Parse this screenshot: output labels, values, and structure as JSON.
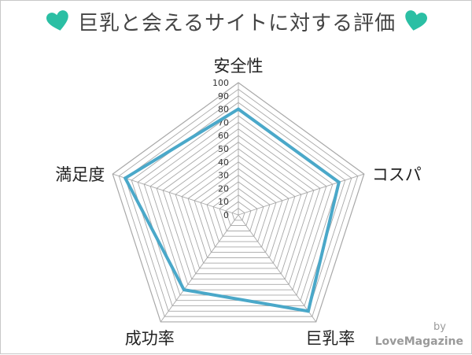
{
  "header": {
    "title": "巨乳と会えるサイトに対する評価",
    "left_icon": "heart-icon",
    "right_icon": "heart-icon"
  },
  "colors": {
    "heart": "#2bbfa4",
    "series_line": "#4aa8c9",
    "grid": "#a8a8a8",
    "text": "#222222"
  },
  "chart_data": {
    "type": "radar",
    "categories": [
      "安全性",
      "コスパ",
      "巨乳率",
      "成功率",
      "満足度"
    ],
    "series": [
      {
        "values": [
          80,
          80,
          90,
          70,
          90
        ]
      }
    ],
    "ylim": [
      0,
      100
    ],
    "ticks": [
      "0",
      "10",
      "20",
      "30",
      "40",
      "50",
      "60",
      "70",
      "80",
      "90",
      "100"
    ],
    "grid": true,
    "legend": "none"
  },
  "credit": {
    "by": "by",
    "brand": "LoveMagazine"
  }
}
